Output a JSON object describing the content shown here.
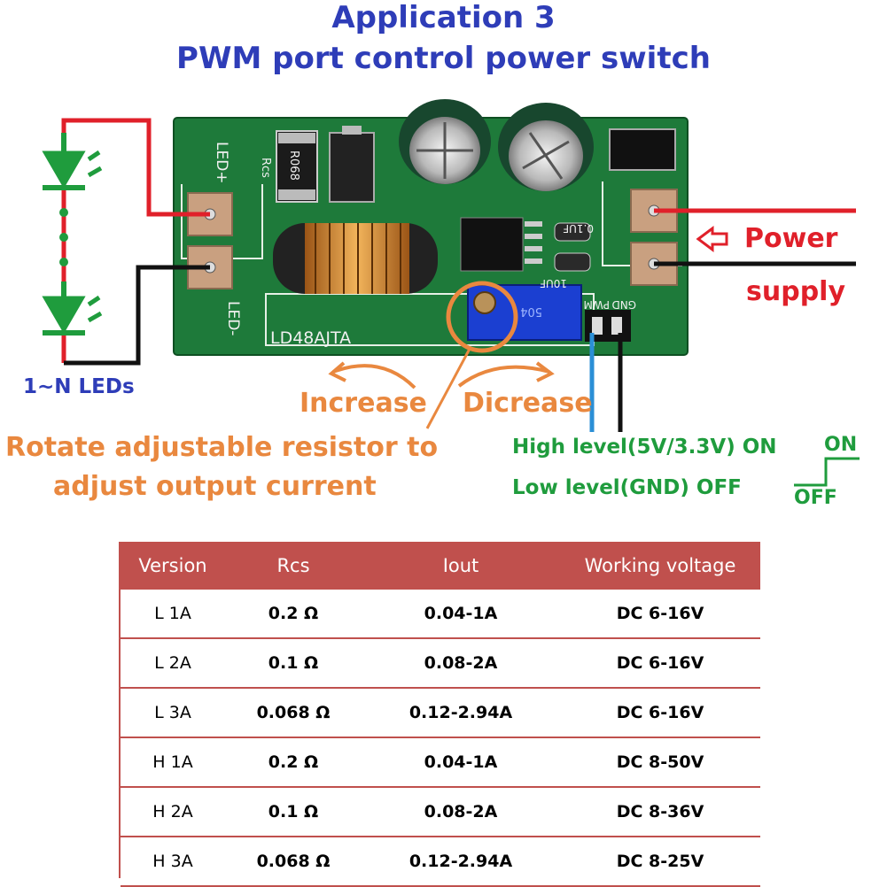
{
  "title": {
    "line1": "Application 3",
    "line2": "PWM port control power switch"
  },
  "board": {
    "led_plus": "LED+",
    "led_minus": "LED-",
    "rcs_label": "Rcs",
    "resistor_marking": "R068",
    "cap1_label": "0.1UF",
    "cap2_label": "10UF",
    "part_number": "LD48AJTA",
    "pot_marking": "504",
    "pwm_label": "PWM",
    "gnd_label": "GND"
  },
  "leds": {
    "label": "1~N LEDs"
  },
  "power": {
    "line1": "Power",
    "line2": "supply"
  },
  "adjust": {
    "increase": "Increase",
    "decrease": "Dicrease",
    "note_line1": "Rotate adjustable resistor to",
    "note_line2": "adjust output current"
  },
  "pwm_levels": {
    "high": "High level(5V/3.3V) ON",
    "low": "Low level(GND) OFF",
    "on": "ON",
    "off": "OFF"
  },
  "colors": {
    "title": "#2e3db8",
    "pcb": "#1e7a3a",
    "wire_red": "#e0202a",
    "wire_black": "#111111",
    "wire_blue": "#2b8fd6",
    "orange": "#e9883f",
    "green_text": "#1f9c3d",
    "table_header": "#c0504d"
  },
  "table": {
    "headers": [
      "Version",
      "Rcs",
      "Iout",
      "Working voltage"
    ],
    "rows": [
      [
        "L 1A",
        "0.2 Ω",
        "0.04-1A",
        "DC 6-16V"
      ],
      [
        "L 2A",
        "0.1 Ω",
        "0.08-2A",
        "DC 6-16V"
      ],
      [
        "L 3A",
        "0.068 Ω",
        "0.12-2.94A",
        "DC 6-16V"
      ],
      [
        "H 1A",
        "0.2 Ω",
        "0.04-1A",
        "DC 8-50V"
      ],
      [
        "H 2A",
        "0.1 Ω",
        "0.08-2A",
        "DC 8-36V"
      ],
      [
        "H 3A",
        "0.068 Ω",
        "0.12-2.94A",
        "DC 8-25V"
      ]
    ]
  }
}
